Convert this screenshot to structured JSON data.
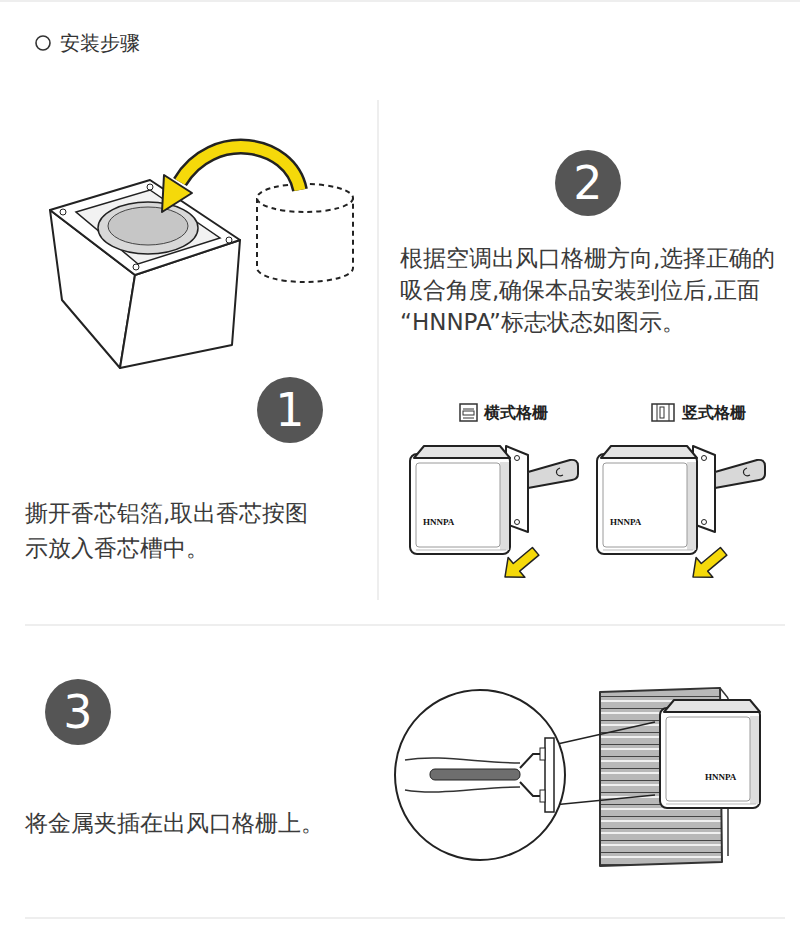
{
  "diagram": {
    "title": "安装步骤",
    "nodes": [
      {
        "text": [
          "1"
        ]
      },
      {
        "text": [
          "2"
        ]
      },
      {
        "text": [
          "3"
        ]
      }
    ],
    "labels": [
      "撕开香芯铝箔,取出香芯按图示放入香芯槽中。",
      "根据空调出风口格栅方向,选择正确的吸合角度,确保本品安装到位后,正面“HNNPA”标志状态如图示。",
      "横式格栅",
      "竖式格栅",
      "HNNPA",
      "HNNPA",
      "将金属夹插在出风口格栅上。",
      "HNNPA"
    ]
  }
}
